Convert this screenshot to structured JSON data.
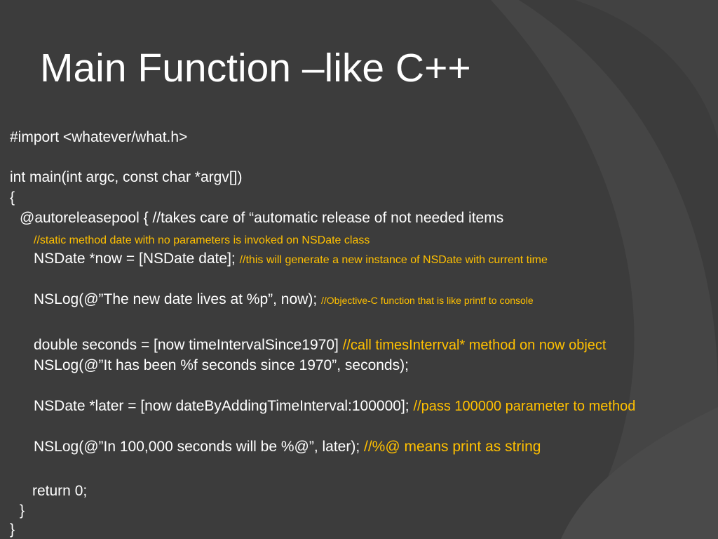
{
  "title": "Main Function –like C++",
  "code_lines": [
    {
      "code": "#import <whatever/what.h>",
      "comment": ""
    },
    {
      "code": "int main(int argc, const char *argv[])",
      "comment": ""
    },
    {
      "code": "{",
      "comment": ""
    },
    {
      "code": "@autoreleasepool {      //takes care of “automatic release of not needed items",
      "comment": ""
    },
    {
      "code": "",
      "comment": "//static method date with no parameters is invoked on NSDate class"
    },
    {
      "code": "NSDate *now = [NSDate date]; ",
      "comment": "//this will generate a new instance of NSDate with current time"
    },
    {
      "code": "NSLog(@”The new date lives at %p”, now); ",
      "comment": "//Objective-C function that is like printf  to console"
    },
    {
      "code": "double seconds = [now timeIntervalSince1970] ",
      "comment": "//call timesInterrval* method on now object"
    },
    {
      "code": "NSLog(@”It has been %f seconds since 1970”, seconds);",
      "comment": ""
    },
    {
      "code": "NSDate *later = [now dateByAddingTimeInterval:100000]; ",
      "comment": "//pass 100000 parameter to method"
    },
    {
      "code": "NSLog(@”In 100,000 seconds will be %@”, later);   ",
      "comment": "//%@ means print as string"
    },
    {
      "code": "return 0;",
      "comment": ""
    },
    {
      "code": "}",
      "comment": ""
    },
    {
      "code": "}",
      "comment": ""
    }
  ],
  "colors": {
    "background": "#3c3c3c",
    "text": "#ffffff",
    "comment": "#ffc000"
  }
}
